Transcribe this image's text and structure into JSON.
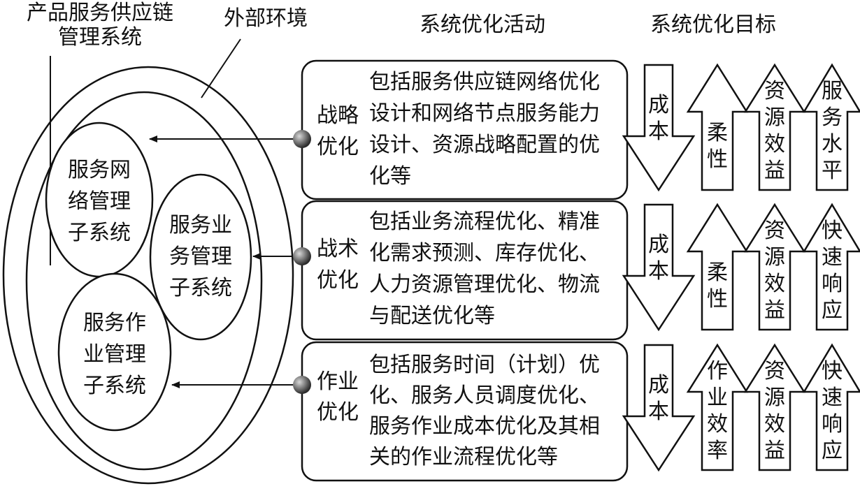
{
  "colors": {
    "ink": "#111111",
    "background": "#ffffff",
    "sphere_dark": "#2a2a2a",
    "sphere_light": "#d8d8d8"
  },
  "labels": {
    "system_line1": "产品服务供应链",
    "system_line2": "管理系统",
    "external_env": "外部环境",
    "activities_header": "系统优化活动",
    "goals_header": "系统优化目标"
  },
  "subsystems": [
    {
      "lines": [
        "服务网",
        "络管理",
        "子系统"
      ]
    },
    {
      "lines": [
        "服务业",
        "务管理",
        "子系统"
      ]
    },
    {
      "lines": [
        "服务作",
        "业管理",
        "子系统"
      ]
    }
  ],
  "rows": [
    {
      "name": [
        "战略",
        "优化"
      ],
      "desc": [
        "包括服务供应链网络优化",
        "设计和网络节点服务能力",
        "设计、资源战略配置的优",
        "化等"
      ],
      "down_goal": "成本",
      "up_goals": [
        "柔性",
        "资源效益",
        "服务水平"
      ]
    },
    {
      "name": [
        "战术",
        "优化"
      ],
      "desc": [
        "包括业务流程优化、精准",
        "化需求预测、库存优化、",
        "人力资源管理优化、物流",
        "与配送优化等"
      ],
      "down_goal": "成本",
      "up_goals": [
        "柔性",
        "资源效益",
        "快速响应"
      ]
    },
    {
      "name": [
        "作业",
        "优化"
      ],
      "desc": [
        "包括服务时间（计划）优",
        "化、服务人员调度优化、",
        "服务作业成本优化及其相",
        "关的作业流程优化等"
      ],
      "down_goal": "成本",
      "up_goals": [
        "作业效率",
        "资源效益",
        "快速响应"
      ]
    }
  ]
}
